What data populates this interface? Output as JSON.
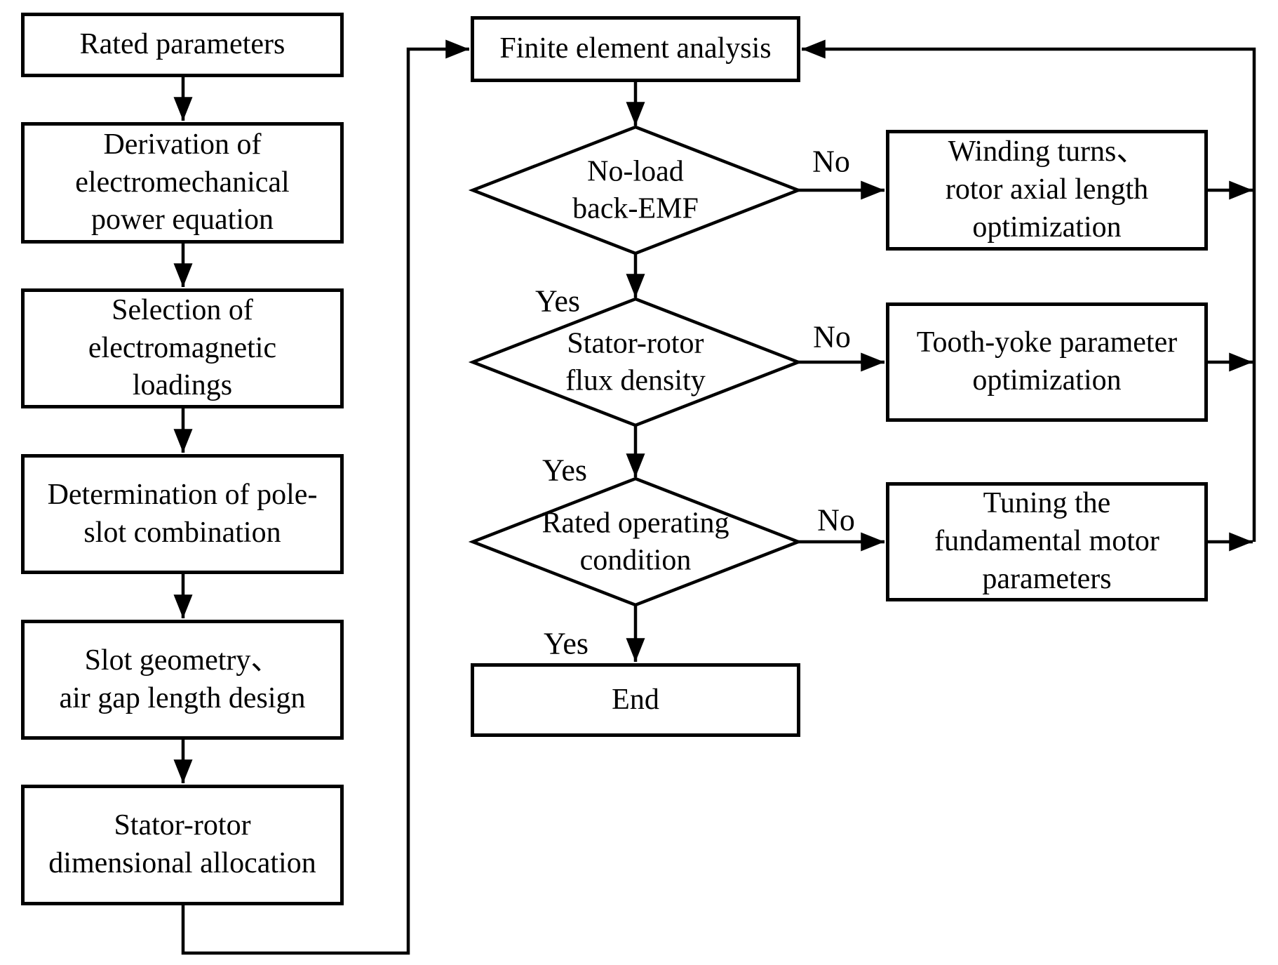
{
  "flowchart": {
    "left_steps": [
      {
        "label": "Rated parameters"
      },
      {
        "label": "Derivation of\nelectromechanical\npower equation"
      },
      {
        "label": "Selection of\nelectromagnetic\nloadings"
      },
      {
        "label": "Determination of pole-\nslot combination"
      },
      {
        "label": "Slot geometry、\nair gap length design"
      },
      {
        "label": "Stator-rotor\ndimensional allocation"
      }
    ],
    "analysis_box": {
      "label": "Finite element analysis"
    },
    "decisions": [
      {
        "label": "No-load\nback-EMF",
        "yes_label": "Yes",
        "no_label": "No"
      },
      {
        "label": "Stator-rotor\nflux density",
        "yes_label": "Yes",
        "no_label": "No"
      },
      {
        "label": "Rated operating\ncondition",
        "yes_label": "Yes",
        "no_label": "No"
      }
    ],
    "correction_boxes": [
      {
        "label": "Winding turns、\nrotor axial length\noptimization"
      },
      {
        "label": "Tooth-yoke parameter\noptimization"
      },
      {
        "label": "Tuning the\nfundamental motor\nparameters"
      }
    ],
    "end_box": {
      "label": "End"
    },
    "colors": {
      "line": "#000000",
      "background": "#ffffff"
    }
  }
}
